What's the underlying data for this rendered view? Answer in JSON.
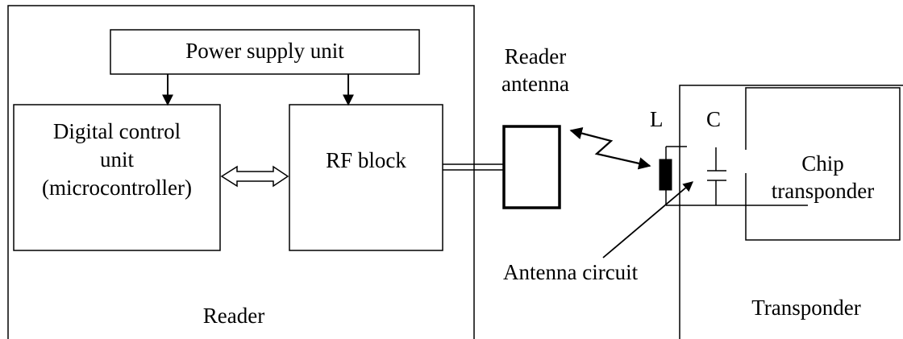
{
  "reader": {
    "label": "Reader",
    "power_supply": "Power supply unit",
    "digital_control": [
      "Digital control",
      "unit",
      "(microcontroller)"
    ],
    "rf_block": "RF block"
  },
  "antenna": {
    "label": [
      "Reader",
      "antenna"
    ]
  },
  "transponder": {
    "label": "Transponder",
    "inductor_label": "L",
    "capacitor_label": "C",
    "chip": [
      "Chip",
      "transponder"
    ],
    "antenna_circuit": "Antenna circuit"
  },
  "colors": {
    "stroke": "#000000",
    "background": "#ffffff"
  }
}
